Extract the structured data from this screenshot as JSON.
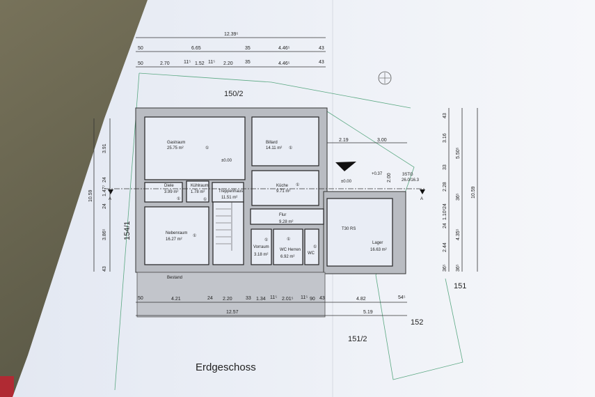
{
  "title": "Erdgeschoss",
  "parcels": {
    "north": "150/2",
    "west": "154/1",
    "east": "151",
    "southeast": "152",
    "south": "151/2"
  },
  "existing_label": "Bestand",
  "rooms": [
    {
      "name": "Gastraum",
      "area": "25.75 m²"
    },
    {
      "name": "Billard",
      "area": "14.11 m²"
    },
    {
      "name": "Diele",
      "area": "3.99 m²"
    },
    {
      "name": "Kühlraum",
      "area": "1.78 m²"
    },
    {
      "name": "Treppenhaus",
      "area": "11.51 m²"
    },
    {
      "name": "Küche",
      "area": "9.71 m²"
    },
    {
      "name": "Flur",
      "area": "9.28 m²"
    },
    {
      "name": "Nebenraum",
      "area": "16.27 m²"
    },
    {
      "name": "Vorraum",
      "area": "3.18 m²"
    },
    {
      "name": "WC Herren",
      "area": "6.92 m²"
    },
    {
      "name": "WC",
      "area": ""
    },
    {
      "name": "Lager",
      "area": "16.63 m²"
    }
  ],
  "room_marker": "①",
  "annotations": {
    "level_0": "±0.00",
    "level_0b": "±0.00",
    "level_37": "+0.37",
    "stairs": "3STG",
    "stairs_ratio": "26.0/16.3",
    "door_rating": "T30 RS",
    "section": "A"
  },
  "dims_top": {
    "row1": [
      "12.39⁵"
    ],
    "row2": [
      "50",
      "6.65",
      "35",
      "4.46⁵",
      "43"
    ],
    "row3": [
      "50",
      "2.70",
      "11⁵",
      "1.52",
      "11⁵",
      "2.20",
      "35",
      "4.46⁵",
      "43"
    ]
  },
  "dims_terrace": [
    "2.19",
    "3.00",
    "2.00"
  ],
  "dims_bottom": {
    "row1": [
      "50",
      "4.21",
      "24",
      "2.20",
      "33",
      "1.34",
      "11⁵",
      "2.01⁵",
      "11⁵",
      "90",
      "43",
      "4.82",
      "54⁵"
    ],
    "row2": [
      "12.57",
      "5.19"
    ]
  },
  "dims_left": {
    "inner": [
      "3.91",
      "24",
      "1.47⁷",
      "24",
      "3.86⁵",
      "43"
    ],
    "outer": [
      "10.59"
    ]
  },
  "dims_right": {
    "inner": [
      "43",
      "3.16",
      "33",
      "2.28",
      "24",
      "1.10⁵",
      "24",
      "2.44",
      "36⁵"
    ],
    "middle": [
      "5.50⁵",
      "36⁵",
      "4.35⁵",
      "36⁵"
    ],
    "outer": [
      "10.59"
    ]
  }
}
